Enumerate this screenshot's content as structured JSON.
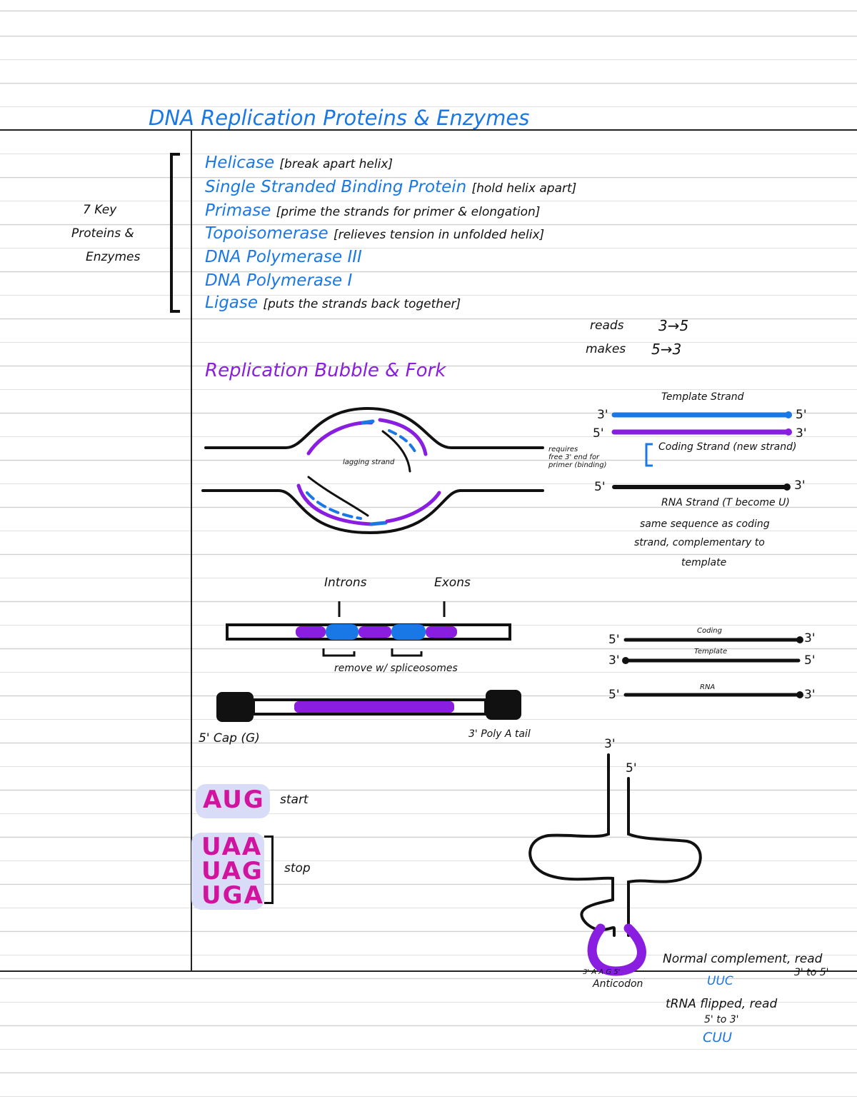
{
  "header": {
    "title": "DNA Replication Proteins & Enzymes"
  },
  "margin_note": {
    "lines": [
      "7 Key",
      "Proteins &",
      "Enzymes"
    ]
  },
  "enzymes": [
    {
      "name": "Helicase",
      "note": "[break apart helix]"
    },
    {
      "name": "Single Stranded Binding Protein",
      "note": "[hold helix apart]"
    },
    {
      "name": "Primase",
      "note": "[prime the strands for primer & elongation]"
    },
    {
      "name": "Topoisomerase",
      "note": "[relieves tension in unfolded helix]"
    },
    {
      "name": "DNA Polymerase III"
    },
    {
      "name": "DNA Polymerase I"
    },
    {
      "name": "Ligase",
      "note": "[puts the strands back together]"
    }
  ],
  "polymerase_direction": {
    "reads_label": "reads",
    "reads_value": "3→5",
    "makes_label": "makes",
    "makes_value": "5→3"
  },
  "replication_bubble": {
    "heading": "Replication Bubble & Fork",
    "strand_label": "lagging strand"
  },
  "strands_1": {
    "template_label": "Template Strand",
    "template_left": "3'",
    "template_right": "5'",
    "coding_left": "5'",
    "coding_right": "3'",
    "coding_label": "Coding Strand (new strand)",
    "requires_note": [
      "requires",
      "free 3' end for",
      "primer (binding)"
    ],
    "rna_left": "5'",
    "rna_right": "3'",
    "rna_label": "RNA Strand (T become U)",
    "rna_note": [
      "same sequence as coding",
      "strand, complementary to",
      "template"
    ]
  },
  "splicing": {
    "introns_label": "Introns",
    "exons_label": "Exons",
    "remove_note": "remove w/ spliceosomes",
    "cap_label": "5' Cap (G)",
    "tail_label": "3' Poly A tail"
  },
  "strands_2": {
    "coding_label": "Coding",
    "coding_left": "5'",
    "coding_right": "3'",
    "template_label": "Template",
    "template_left": "3'",
    "template_right": "5'",
    "rna_label": "RNA",
    "rna_left": "5'",
    "rna_right": "3'"
  },
  "codons": {
    "start": {
      "codon": "AUG",
      "label": "start"
    },
    "stop": {
      "codons": [
        "UAA",
        "UAG",
        "UGA"
      ],
      "label": "stop"
    }
  },
  "trna": {
    "end_3": "3'",
    "end_5": "5'",
    "anticodon_bases": "3' A A G 5'",
    "anticodon_label": "Anticodon",
    "normal_note": "Normal complement, read",
    "normal_direction": "3' to 5'",
    "normal_value": "UUC",
    "flipped_note": "tRNA flipped, read",
    "flipped_direction": "5' to 3'",
    "flipped_value": "CUU"
  },
  "colors": {
    "blue": "#1a78e6",
    "purple": "#8a1ee0",
    "pink": "#d0149e",
    "highlight": "#d9dcf7"
  }
}
